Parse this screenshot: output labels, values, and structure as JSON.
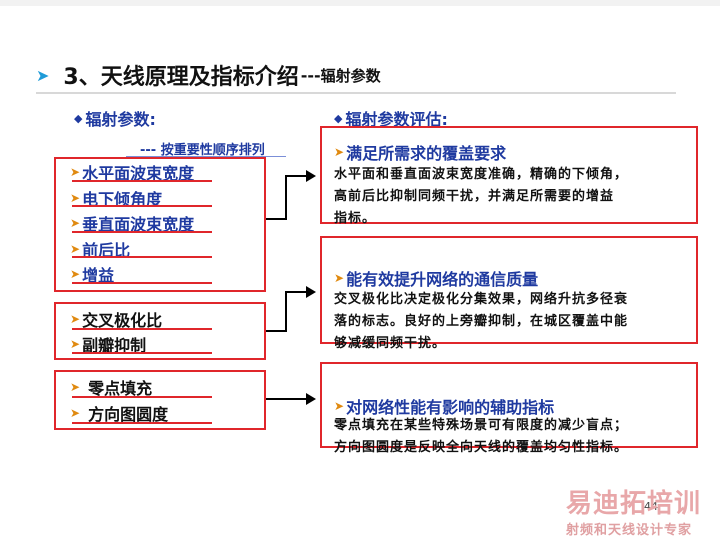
{
  "title": {
    "main": "3、天线原理及指标介绍",
    "dash": "---",
    "sub": "辐射参数"
  },
  "left": {
    "heading": "辐射参数:",
    "subtitle": "---  按重要性顺序排列",
    "group1": [
      "水平面波束宽度",
      "电下倾角度",
      "垂直面波束宽度",
      "前后比",
      "增益"
    ],
    "group2": [
      "交叉极化比",
      "副瓣抑制"
    ],
    "group3": [
      "零点填充",
      "方向图圆度"
    ]
  },
  "right": {
    "heading": "辐射参数评估:",
    "box1": {
      "title": "满足所需求的覆盖要求",
      "lines": [
        "水平面和垂直面波束宽度准确，精确的下倾角，",
        "高前后比抑制同频干扰，并满足所需要的增益",
        "指标。"
      ]
    },
    "box2": {
      "title": "能有效提升网络的通信质量",
      "lines": [
        "交叉极化比决定极化分集效果，网络升抗多径衰",
        "落的标志。良好的上旁瓣抑制，在城区覆盖中能",
        "够减缓同频干扰。"
      ]
    },
    "box3": {
      "title": "对网络性能有影响的辅助指标",
      "lines": [
        "零点填充在某些特殊场景可有限度的减少盲点；",
        "方向图圆度是反映全向天线的覆盖均匀性指标。"
      ]
    }
  },
  "page_number": "44",
  "watermark": {
    "brand": "易迪拓培训",
    "tagline": "射频和天线设计专家"
  },
  "icons": {
    "title_bullet": "triangle-arrow-icon",
    "heading_bullet": "diamond-icon",
    "item_bullet": "orange-arrow-icon"
  },
  "colors": {
    "accent_blue": "#1f3aa0",
    "box_red": "#e0262b",
    "bullet_orange": "#e08a10",
    "title_arrow": "#1f9bd8"
  }
}
